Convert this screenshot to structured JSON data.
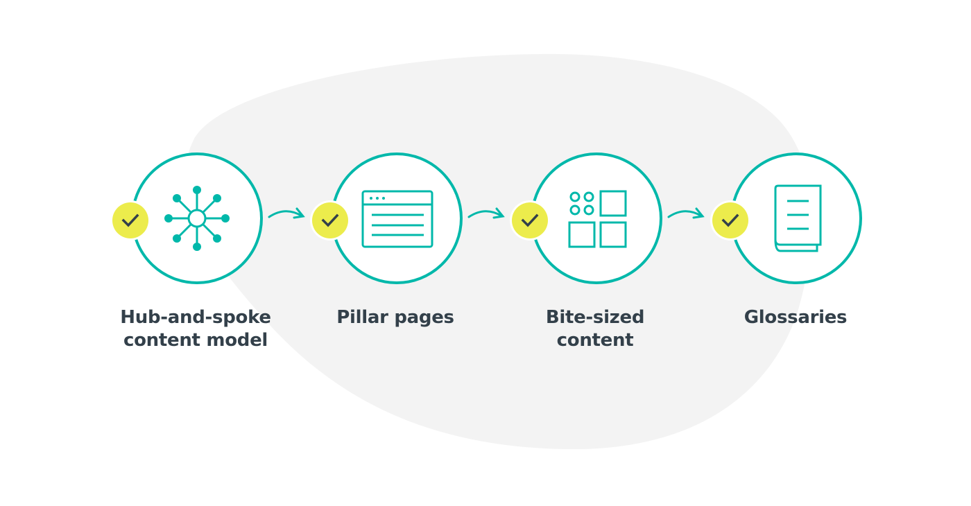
{
  "colors": {
    "background": "#ffffff",
    "blob": "#f3f3f3",
    "teal": "#00b8aa",
    "badge": "#ecec4c",
    "check": "#33404a",
    "text": "#33404a"
  },
  "steps": [
    {
      "label_line1": "Hub-and-spoke",
      "label_line2": "content model",
      "icon": "hub-spoke-network-icon",
      "completed": true
    },
    {
      "label_line1": "Pillar pages",
      "label_line2": "",
      "icon": "browser-window-icon",
      "completed": true
    },
    {
      "label_line1": "Bite-sized",
      "label_line2": "content",
      "icon": "grid-tiles-icon",
      "completed": true
    },
    {
      "label_line1": "Glossaries",
      "label_line2": "",
      "icon": "book-icon",
      "completed": true
    }
  ],
  "connectors": [
    {
      "from": "Hub-and-spoke content model",
      "to": "Pillar pages",
      "icon": "curved-arrow-icon"
    },
    {
      "from": "Pillar pages",
      "to": "Bite-sized content",
      "icon": "curved-arrow-icon"
    },
    {
      "from": "Bite-sized content",
      "to": "Glossaries",
      "icon": "curved-arrow-icon"
    }
  ]
}
